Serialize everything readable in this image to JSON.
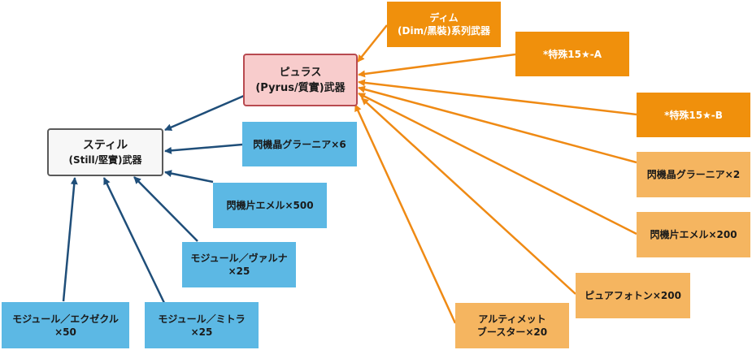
{
  "nodes": {
    "still": {
      "line1": "スティル",
      "line2": "(Still/堅實)武器"
    },
    "pyrus": {
      "line1": "ピュラス",
      "line2": "(Pyrus/質實)武器"
    },
    "dim": {
      "line1": "ディム",
      "line2": "(Dim/黑裝)系列武器"
    },
    "special_a": {
      "label": "*特殊15★-A"
    },
    "special_b": {
      "label": "*特殊15★-B"
    },
    "flash_crystal_6": {
      "label": "閃機晶グラーニア×6"
    },
    "flash_piece_500": {
      "label": "閃機片エメル×500"
    },
    "module_varna": {
      "line1": "モジュール／ヴァルナ",
      "line2": "×25"
    },
    "module_exegkl": {
      "line1": "モジュール／エクゼクル",
      "line2": "×50"
    },
    "module_mitra": {
      "line1": "モジュール／ミトラ",
      "line2": "×25"
    },
    "flash_crystal_2": {
      "label": "閃機晶グラーニア×2"
    },
    "flash_piece_200": {
      "label": "閃機片エメル×200"
    },
    "pure_photon": {
      "label": "ピュアフォトン×200"
    },
    "ultimate_booster": {
      "line1": "アルティメット",
      "line2": "ブースター×20"
    }
  },
  "colors": {
    "blue_arrow": "#1f4e79",
    "orange_arrow": "#ef8a14",
    "blue_box": "#5cb8e4",
    "orange_dark_box": "#f0900c",
    "orange_light_box": "#f5b560"
  }
}
